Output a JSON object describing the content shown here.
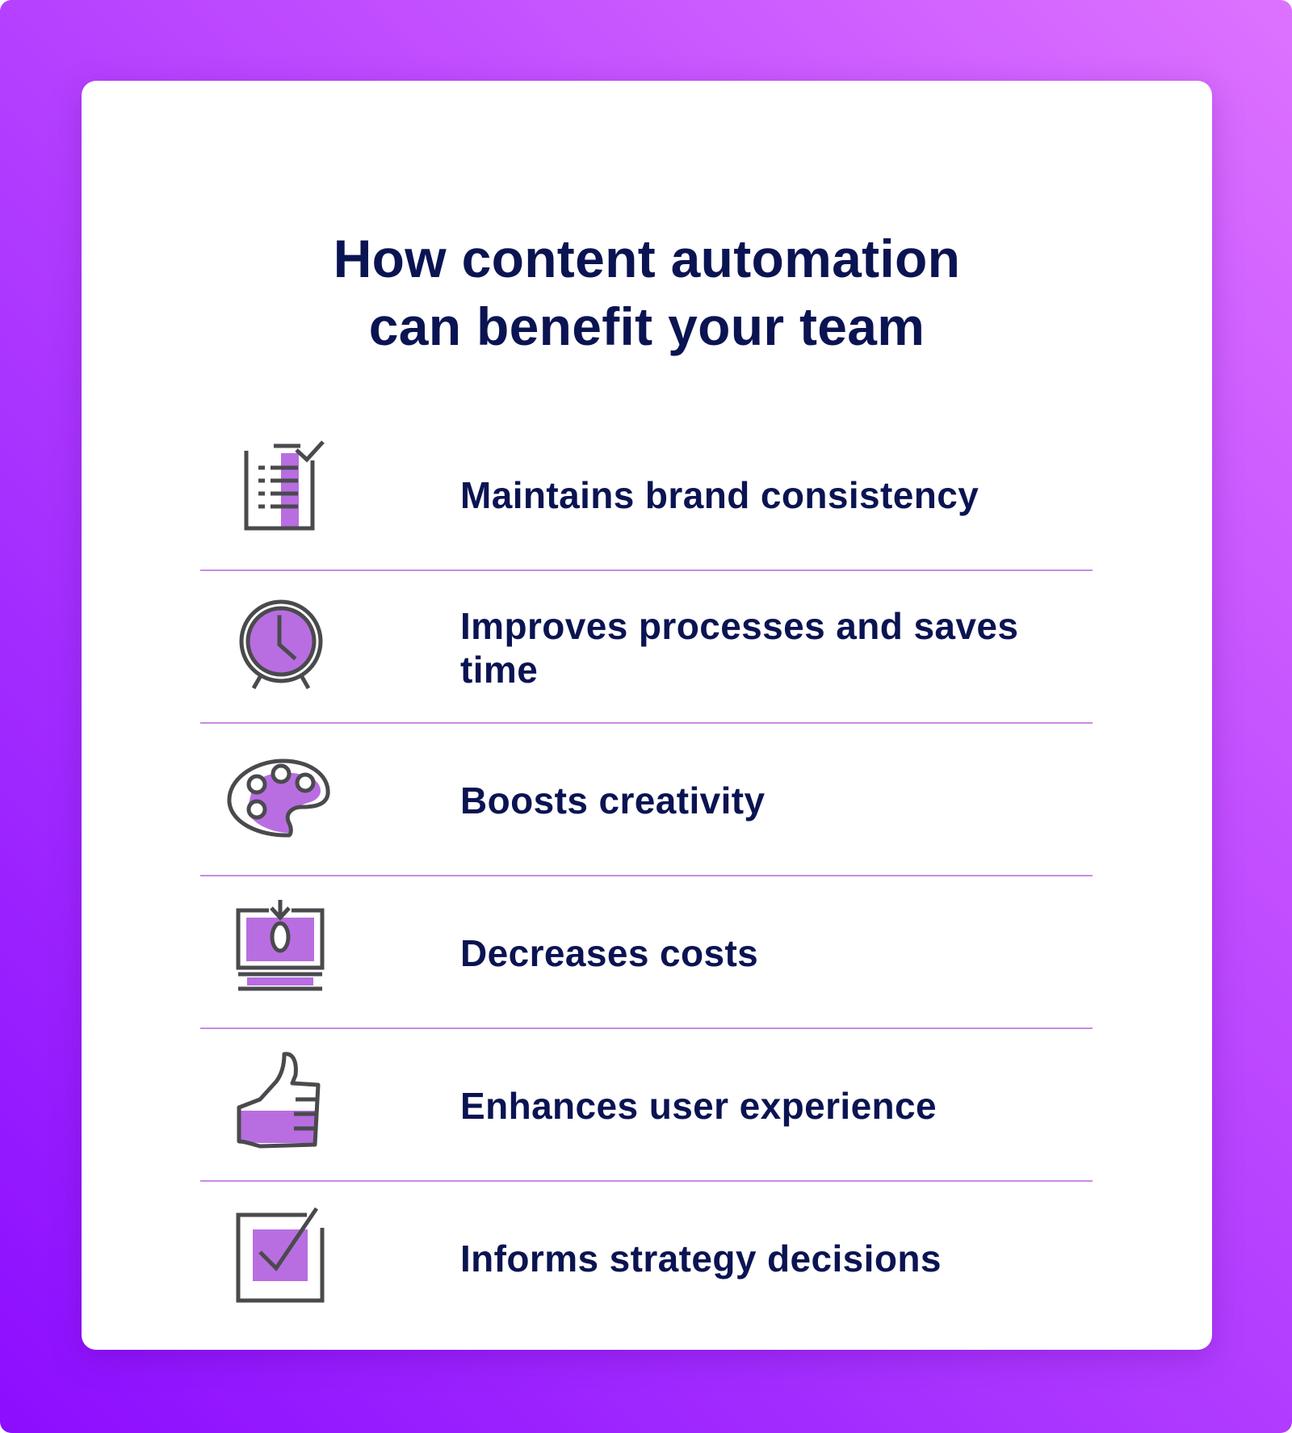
{
  "title": {
    "line1": "How content automation",
    "line2": "can benefit your team"
  },
  "benefits": [
    {
      "label": "Maintains brand consistency",
      "icon": "checklist-document-icon"
    },
    {
      "label": "Improves processes and saves time",
      "icon": "alarm-clock-icon"
    },
    {
      "label": "Boosts creativity",
      "icon": "paint-palette-icon"
    },
    {
      "label": "Decreases costs",
      "icon": "money-stack-icon"
    },
    {
      "label": "Enhances user experience",
      "icon": "thumbs-up-icon"
    },
    {
      "label": "Informs strategy decisions",
      "icon": "checkbox-check-icon"
    }
  ],
  "colors": {
    "text": "#0b1452",
    "accent": "#b86ee0",
    "icon_stroke": "#4a4a4e",
    "divider": "#c98ae6",
    "background_light": "#dd72ff",
    "background_dark": "#8c0dff"
  }
}
